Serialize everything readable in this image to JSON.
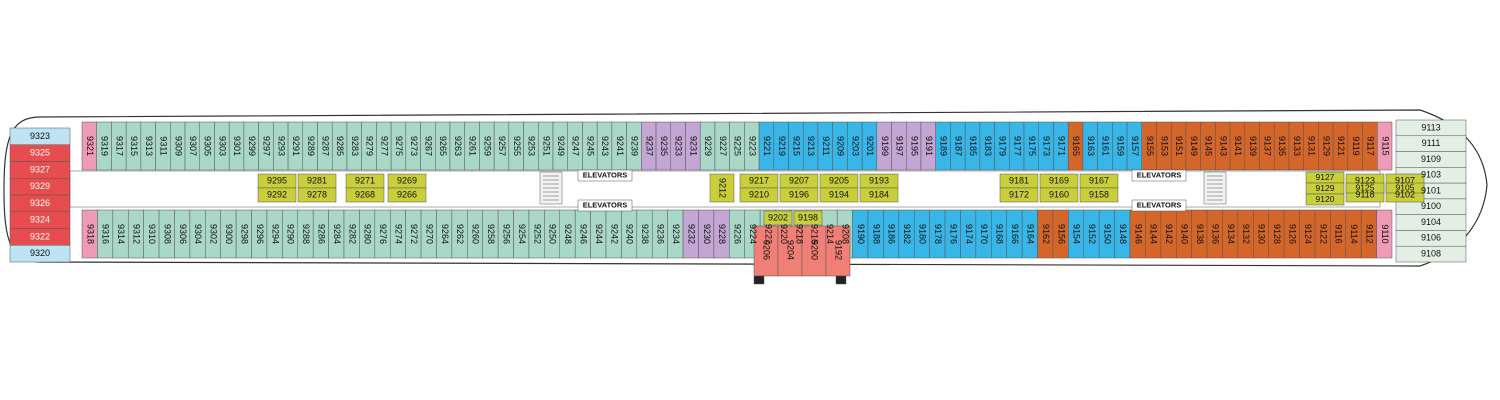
{
  "deck_plan": {
    "colors": {
      "teal": "#a9d8c8",
      "purple": "#c3a6d4",
      "blue": "#39b6e8",
      "orange": "#d4662a",
      "red": "#e74c4f",
      "pink": "#ef9bb6",
      "lightblue": "#bde3f4",
      "mint": "#e2efe4",
      "yellow": "#c9cf3b",
      "salmon": "#f07f76",
      "brown": "#9c5230",
      "corridor": "#ffffff",
      "outline": "#555555"
    },
    "elevator_labels": [
      "ELEVATORS",
      "ELEVATORS",
      "ELEVATORS",
      "ELEVATORS"
    ],
    "top_cabins": [
      {
        "num": "9321",
        "color": "pink"
      },
      {
        "num": "9319",
        "color": "teal"
      },
      {
        "num": "9317",
        "color": "teal"
      },
      {
        "num": "9315",
        "color": "teal"
      },
      {
        "num": "9313",
        "color": "teal"
      },
      {
        "num": "9311",
        "color": "teal"
      },
      {
        "num": "9309",
        "color": "teal"
      },
      {
        "num": "9307",
        "color": "teal"
      },
      {
        "num": "9305",
        "color": "teal"
      },
      {
        "num": "9303",
        "color": "teal"
      },
      {
        "num": "9301",
        "color": "teal"
      },
      {
        "num": "9299",
        "color": "teal"
      },
      {
        "num": "9297",
        "color": "teal"
      },
      {
        "num": "9293",
        "color": "teal"
      },
      {
        "num": "9291",
        "color": "teal"
      },
      {
        "num": "9289",
        "color": "teal"
      },
      {
        "num": "9287",
        "color": "teal"
      },
      {
        "num": "9285",
        "color": "teal"
      },
      {
        "num": "9283",
        "color": "teal"
      },
      {
        "num": "9279",
        "color": "teal"
      },
      {
        "num": "9277",
        "color": "teal"
      },
      {
        "num": "9275",
        "color": "teal"
      },
      {
        "num": "9273",
        "color": "teal"
      },
      {
        "num": "9267",
        "color": "teal"
      },
      {
        "num": "9265",
        "color": "teal"
      },
      {
        "num": "9263",
        "color": "teal"
      },
      {
        "num": "9261",
        "color": "teal"
      },
      {
        "num": "9259",
        "color": "teal"
      },
      {
        "num": "9257",
        "color": "teal"
      },
      {
        "num": "9255",
        "color": "teal"
      },
      {
        "num": "9253",
        "color": "teal"
      },
      {
        "num": "9251",
        "color": "teal"
      },
      {
        "num": "9249",
        "color": "teal"
      },
      {
        "num": "9247",
        "color": "teal"
      },
      {
        "num": "9245",
        "color": "teal"
      },
      {
        "num": "9243",
        "color": "teal"
      },
      {
        "num": "9241",
        "color": "teal"
      },
      {
        "num": "9239",
        "color": "teal"
      },
      {
        "num": "9237",
        "color": "purple"
      },
      {
        "num": "9235",
        "color": "purple"
      },
      {
        "num": "9233",
        "color": "purple"
      },
      {
        "num": "9231",
        "color": "purple"
      },
      {
        "num": "9229",
        "color": "teal"
      },
      {
        "num": "9227",
        "color": "teal"
      },
      {
        "num": "9225",
        "color": "teal"
      },
      {
        "num": "9223",
        "color": "teal"
      },
      {
        "num": "9221",
        "color": "blue"
      },
      {
        "num": "9219",
        "color": "blue"
      },
      {
        "num": "9215",
        "color": "blue"
      },
      {
        "num": "9213",
        "color": "blue"
      },
      {
        "num": "9211",
        "color": "blue"
      },
      {
        "num": "9209",
        "color": "blue"
      },
      {
        "num": "9203",
        "color": "blue"
      },
      {
        "num": "9201",
        "color": "blue"
      },
      {
        "num": "9199",
        "color": "purple"
      },
      {
        "num": "9197",
        "color": "purple"
      },
      {
        "num": "9195",
        "color": "purple"
      },
      {
        "num": "9191",
        "color": "purple"
      },
      {
        "num": "9189",
        "color": "blue"
      },
      {
        "num": "9187",
        "color": "blue"
      },
      {
        "num": "9185",
        "color": "blue"
      },
      {
        "num": "9183",
        "color": "blue"
      },
      {
        "num": "9179",
        "color": "blue"
      },
      {
        "num": "9177",
        "color": "blue"
      },
      {
        "num": "9175",
        "color": "blue"
      },
      {
        "num": "9173",
        "color": "blue"
      },
      {
        "num": "9171",
        "color": "blue"
      },
      {
        "num": "9165",
        "color": "orange"
      },
      {
        "num": "9163",
        "color": "blue"
      },
      {
        "num": "9161",
        "color": "blue"
      },
      {
        "num": "9159",
        "color": "blue"
      },
      {
        "num": "9157",
        "color": "blue"
      },
      {
        "num": "9155",
        "color": "orange"
      },
      {
        "num": "9153",
        "color": "orange"
      },
      {
        "num": "9151",
        "color": "orange"
      },
      {
        "num": "9149",
        "color": "orange"
      },
      {
        "num": "9145",
        "color": "orange"
      },
      {
        "num": "9143",
        "color": "orange"
      },
      {
        "num": "9141",
        "color": "orange"
      },
      {
        "num": "9139",
        "color": "orange"
      },
      {
        "num": "9137",
        "color": "orange"
      },
      {
        "num": "9135",
        "color": "orange"
      },
      {
        "num": "9133",
        "color": "orange"
      },
      {
        "num": "9131",
        "color": "orange"
      },
      {
        "num": "9129",
        "color": "orange"
      },
      {
        "num": "9121",
        "color": "orange"
      },
      {
        "num": "9119",
        "color": "orange"
      },
      {
        "num": "9117",
        "color": "orange"
      },
      {
        "num": "9115",
        "color": "pink"
      }
    ],
    "bottom_cabins": [
      {
        "num": "9318",
        "color": "pink"
      },
      {
        "num": "9316",
        "color": "teal"
      },
      {
        "num": "9314",
        "color": "teal"
      },
      {
        "num": "9312",
        "color": "teal"
      },
      {
        "num": "9310",
        "color": "teal"
      },
      {
        "num": "9308",
        "color": "teal"
      },
      {
        "num": "9306",
        "color": "teal"
      },
      {
        "num": "9304",
        "color": "teal"
      },
      {
        "num": "9302",
        "color": "teal"
      },
      {
        "num": "9300",
        "color": "teal"
      },
      {
        "num": "9298",
        "color": "teal"
      },
      {
        "num": "9296",
        "color": "teal"
      },
      {
        "num": "9294",
        "color": "teal"
      },
      {
        "num": "9290",
        "color": "teal"
      },
      {
        "num": "9288",
        "color": "teal"
      },
      {
        "num": "9286",
        "color": "teal"
      },
      {
        "num": "9284",
        "color": "teal"
      },
      {
        "num": "9282",
        "color": "teal"
      },
      {
        "num": "9280",
        "color": "teal"
      },
      {
        "num": "9276",
        "color": "teal"
      },
      {
        "num": "9274",
        "color": "teal"
      },
      {
        "num": "9272",
        "color": "teal"
      },
      {
        "num": "9270",
        "color": "teal"
      },
      {
        "num": "9264",
        "color": "teal"
      },
      {
        "num": "9262",
        "color": "teal"
      },
      {
        "num": "9260",
        "color": "teal"
      },
      {
        "num": "9258",
        "color": "teal"
      },
      {
        "num": "9256",
        "color": "teal"
      },
      {
        "num": "9254",
        "color": "teal"
      },
      {
        "num": "9252",
        "color": "teal"
      },
      {
        "num": "9250",
        "color": "teal"
      },
      {
        "num": "9248",
        "color": "teal"
      },
      {
        "num": "9246",
        "color": "teal"
      },
      {
        "num": "9244",
        "color": "teal"
      },
      {
        "num": "9242",
        "color": "teal"
      },
      {
        "num": "9240",
        "color": "teal"
      },
      {
        "num": "9238",
        "color": "teal"
      },
      {
        "num": "9236",
        "color": "teal"
      },
      {
        "num": "9234",
        "color": "teal"
      },
      {
        "num": "9232",
        "color": "purple"
      },
      {
        "num": "9230",
        "color": "purple"
      },
      {
        "num": "9228",
        "color": "purple"
      },
      {
        "num": "9226",
        "color": "teal"
      },
      {
        "num": "9224",
        "color": "teal"
      },
      {
        "num": "9222",
        "color": "teal"
      },
      {
        "num": "9220",
        "color": "teal"
      },
      {
        "num": "9218",
        "color": "teal"
      },
      {
        "num": "9216",
        "color": "teal"
      },
      {
        "num": "9214",
        "color": "teal"
      },
      {
        "num": "9208",
        "color": "teal"
      },
      {
        "num": "9190",
        "color": "blue"
      },
      {
        "num": "9188",
        "color": "blue"
      },
      {
        "num": "9186",
        "color": "blue"
      },
      {
        "num": "9182",
        "color": "blue"
      },
      {
        "num": "9180",
        "color": "blue"
      },
      {
        "num": "9178",
        "color": "blue"
      },
      {
        "num": "9176",
        "color": "blue"
      },
      {
        "num": "9174",
        "color": "blue"
      },
      {
        "num": "9170",
        "color": "blue"
      },
      {
        "num": "9168",
        "color": "blue"
      },
      {
        "num": "9166",
        "color": "blue"
      },
      {
        "num": "9164",
        "color": "blue"
      },
      {
        "num": "9162",
        "color": "orange"
      },
      {
        "num": "9156",
        "color": "orange"
      },
      {
        "num": "9154",
        "color": "blue"
      },
      {
        "num": "9152",
        "color": "blue"
      },
      {
        "num": "9150",
        "color": "blue"
      },
      {
        "num": "9148",
        "color": "blue"
      },
      {
        "num": "9146",
        "color": "orange"
      },
      {
        "num": "9144",
        "color": "orange"
      },
      {
        "num": "9142",
        "color": "orange"
      },
      {
        "num": "9140",
        "color": "orange"
      },
      {
        "num": "9138",
        "color": "orange"
      },
      {
        "num": "9136",
        "color": "orange"
      },
      {
        "num": "9134",
        "color": "orange"
      },
      {
        "num": "9132",
        "color": "orange"
      },
      {
        "num": "9130",
        "color": "orange"
      },
      {
        "num": "9128",
        "color": "orange"
      },
      {
        "num": "9126",
        "color": "orange"
      },
      {
        "num": "9124",
        "color": "orange"
      },
      {
        "num": "9122",
        "color": "orange"
      },
      {
        "num": "9116",
        "color": "orange"
      },
      {
        "num": "9114",
        "color": "orange"
      },
      {
        "num": "9112",
        "color": "orange"
      },
      {
        "num": "9110",
        "color": "pink"
      }
    ],
    "aft_cabins": [
      "9323",
      "9325",
      "9327",
      "9329",
      "9326",
      "9324",
      "9322",
      "9320"
    ],
    "forward_cabins": [
      "9113",
      "9111",
      "9109",
      "9103",
      "9101",
      "9100",
      "9104",
      "9106",
      "9108"
    ],
    "inner_pairs": [
      {
        "top": "9295",
        "bottom": "9292"
      },
      {
        "top": "9281",
        "bottom": "9278"
      },
      {
        "top": "9271",
        "bottom": "9268"
      },
      {
        "top": "9269",
        "bottom": "9266"
      },
      {
        "top": "9217",
        "bottom": "9210"
      },
      {
        "top": "9207",
        "bottom": "9196"
      },
      {
        "top": "9205",
        "bottom": "9194"
      },
      {
        "top": "9193",
        "bottom": "9184"
      },
      {
        "top": "9181",
        "bottom": "9172"
      },
      {
        "top": "9169",
        "bottom": "9160"
      },
      {
        "top": "9167",
        "bottom": "9158"
      },
      {
        "top": "9123",
        "bottom": "9118"
      },
      {
        "top": "9107",
        "bottom": "9102"
      }
    ],
    "inner_singles": [
      "9212"
    ],
    "inner_triple": [
      "9127",
      "9129",
      "9120"
    ],
    "inner_mid": [
      "9125",
      "9105"
    ],
    "midship_small": [
      "9202",
      "9198"
    ],
    "midship_block": [
      "9206",
      "9204",
      "9200",
      "9192"
    ]
  }
}
